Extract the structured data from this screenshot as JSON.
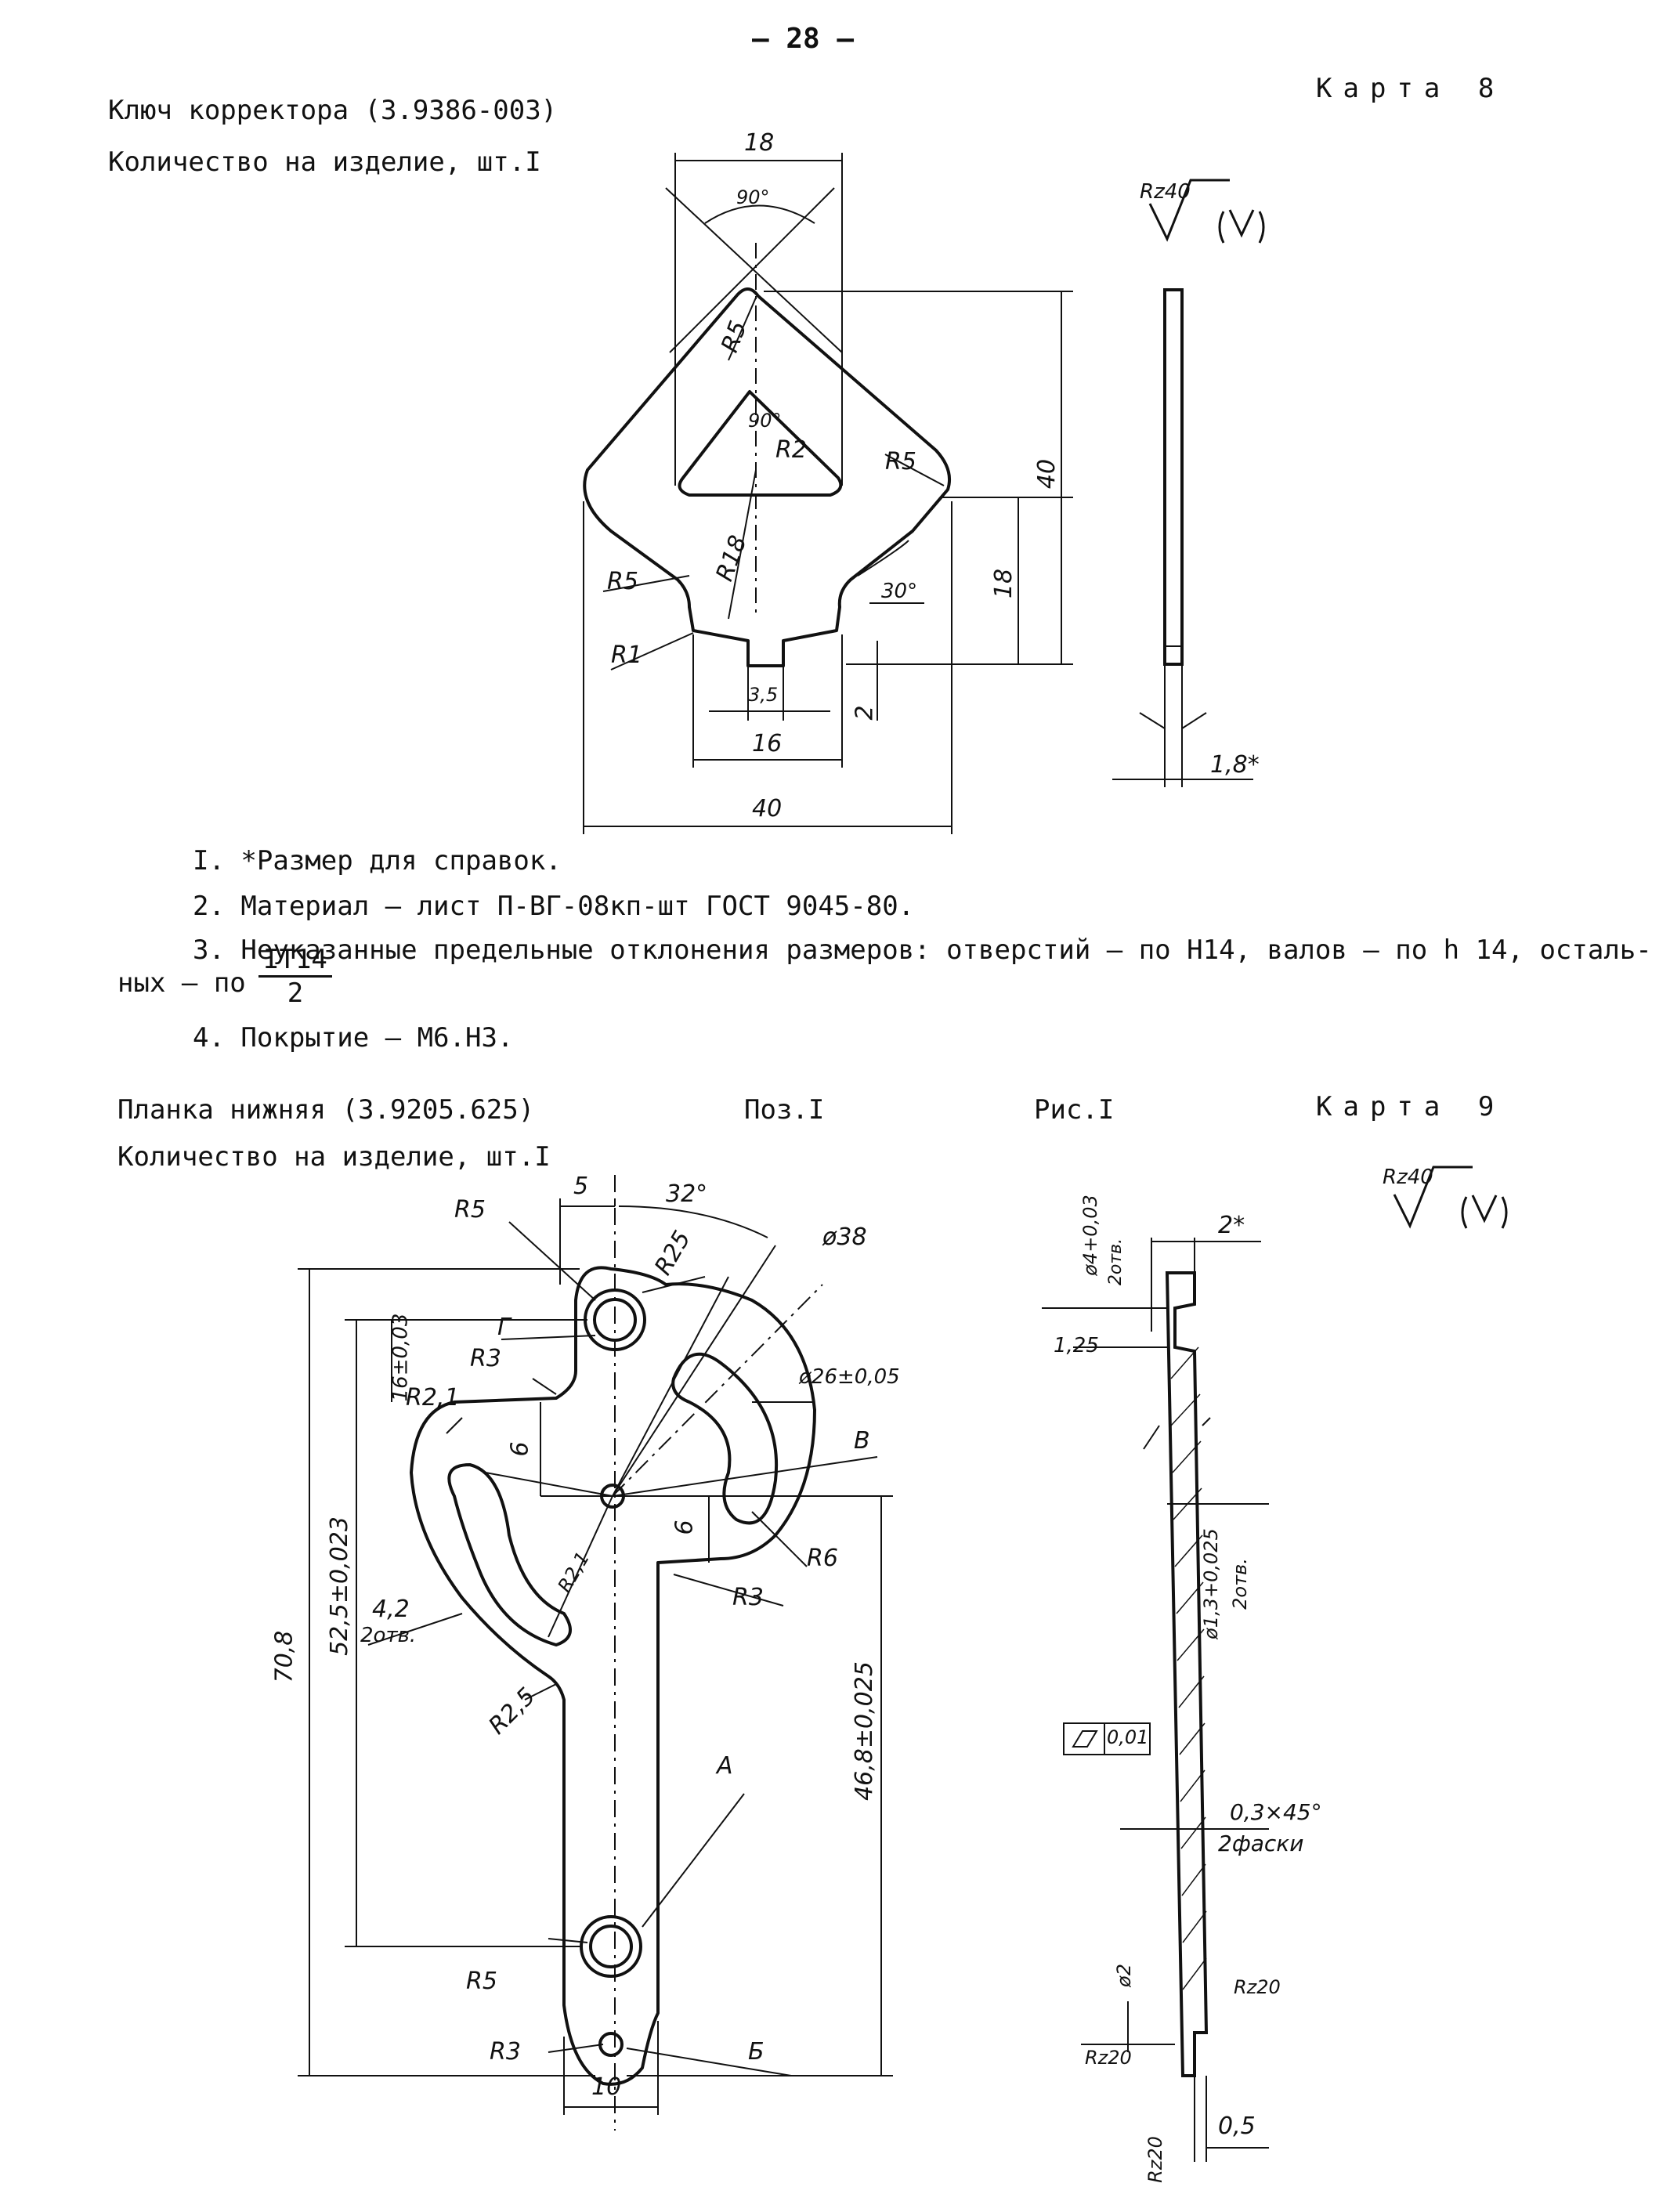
{
  "page_number": "– 28 –",
  "card8": {
    "title": "Ключ корректора (3.9386-003)",
    "quantity": "Количество на изделие, шт.I",
    "card_label": "Карта 8",
    "roughness": "Rz40",
    "dims": {
      "top_width": "18",
      "angle_top": "90°",
      "radius_tip": "R5",
      "angle_inner": "90°",
      "radius_inner": "R2",
      "radius_side": "R5",
      "radius_long": "R18",
      "radius_left": "R5",
      "angle_30": "30°",
      "radius_r1": "R1",
      "height_total": "40",
      "height_18": "18",
      "slot_width": "3,5",
      "slot_depth": "2",
      "jaw_width": "16",
      "total_width": "40",
      "thickness": "1,8*"
    },
    "notes": [
      "I. *Размер для справок.",
      "2. Материал – лист П-ВГ-08кп-шт ГОСТ 9045-80.",
      "3. Неуказанные предельные отклонения размеров: отверстий – по Н14, валов – по h 14, осталь-",
      "4. Покрытие – М6.Н3."
    ],
    "note3_cont_prefix": "ных – по",
    "note3_frac_num": "IT14",
    "note3_frac_den": "2"
  },
  "card9": {
    "title": "Планка нижняя (3.9205.625)",
    "pos": "Поз.I",
    "fig": "Рис.I",
    "card_label": "Карта 9",
    "quantity": "Количество на изделие, шт.I",
    "roughness": "Rz40",
    "dims": {
      "d5": "5",
      "angle32": "32°",
      "r5_top": "R5",
      "r25": "R25",
      "d38": "ø38",
      "g": "Г",
      "r3_a": "R3",
      "d26": "ø26±0,05",
      "r21a": "R2,1",
      "d16": "16±0,03",
      "d6a": "6",
      "v": "В",
      "d6b": "6",
      "r21b": "R2,1",
      "r6": "R6",
      "d42": "4,2",
      "d42b": "2отв.",
      "r3_b": "R3",
      "d525": "52,5±0,023",
      "d708": "70,8",
      "r25b": "R2,5",
      "d468": "46,8±0,025",
      "a": "А",
      "r5_bot": "R5",
      "r3_c": "R3",
      "b": "Б",
      "d10": "10",
      "d4": "ø4+0,03",
      "d4b": "2отв.",
      "d2": "2*",
      "d125": "1,25",
      "d13": "ø1,3+0,025",
      "d13b": "2отв.",
      "flat": "0,01",
      "chamf": "0,3×45°",
      "chamf_b": "2фаски",
      "d02": "ø2",
      "rz20a": "Rz20",
      "rz20b": "Rz20",
      "d05": "0,5",
      "rz20c": "Rz20"
    }
  }
}
